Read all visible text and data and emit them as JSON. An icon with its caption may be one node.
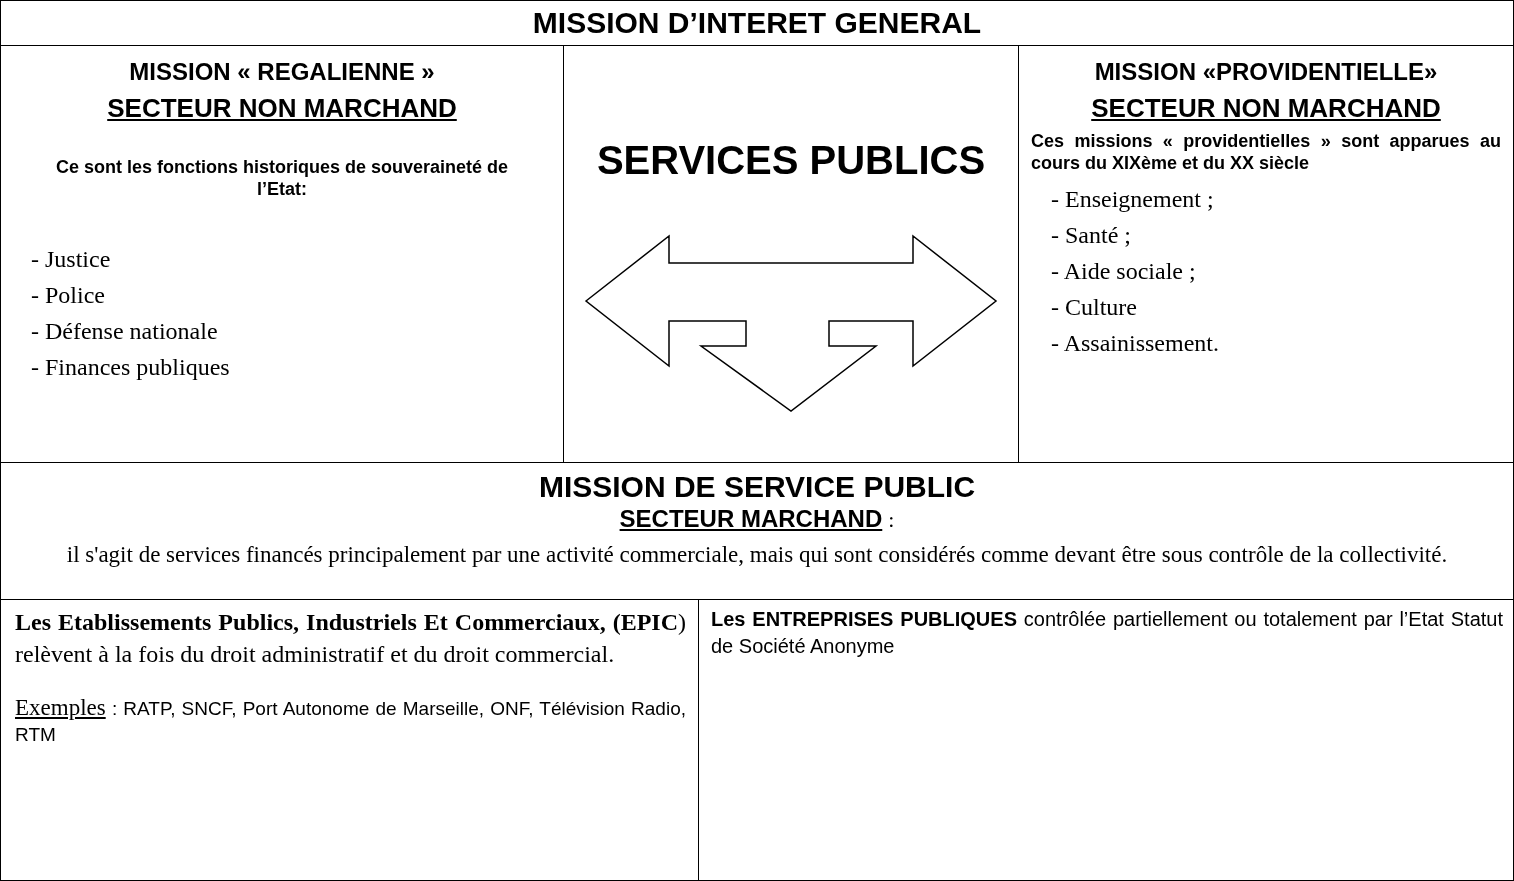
{
  "diagram": {
    "nodes": [
      {
        "text": [
          "MISSION D’INTERET GENERAL"
        ]
      },
      {
        "text": [
          "MISSION « REGALIENNE »",
          "SECTEUR NON MARCHAND",
          "Ce sont les fonctions historiques de souveraineté de l’Etat:",
          "- Justice",
          "- Police",
          "- Défense nationale",
          "- Finances publiques"
        ]
      },
      {
        "text": [
          "SERVICES PUBLICS"
        ]
      },
      {
        "text": [
          "MISSION «PROVIDENTIELLE»",
          "SECTEUR NON MARCHAND",
          "Ces missions « providentielles » sont apparues au cours du XIXème et du XX siècle",
          "- Enseignement ;",
          "- Santé ;",
          "- Aide sociale ;",
          "- Culture",
          "- Assainissement."
        ]
      },
      {
        "text": [
          "MISSION DE SERVICE PUBLIC",
          "SECTEUR MARCHAND",
          ":",
          "il s'agit de services financés principalement par une activité commerciale, mais qui sont considérés comme devant être sous contrôle de la collectivité."
        ]
      },
      {
        "text": [
          "**Les Etablissements Publics, Industriels Et Commerciaux, (EPIC**) relèvent à la fois du droit administratif et du droit commercial.",
          "Exemples",
          ": RATP, SNCF, Port Autonome de Marseille, ONF, Télévision Radio, RTM"
        ]
      },
      {
        "text": [
          "**Les ENTREPRISES PUBLIQUES** contrôlée partiellement ou totalement par l’Etat Statut de Société Anonyme"
        ]
      }
    ]
  }
}
